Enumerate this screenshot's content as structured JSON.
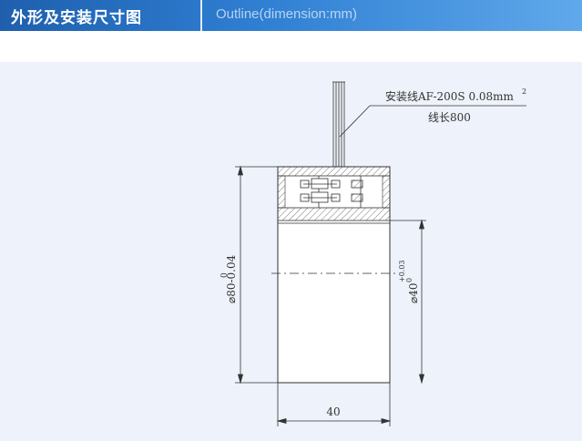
{
  "header": {
    "title_cn": "外形及安装尺寸图",
    "title_en": "Outline(dimension:mm)"
  },
  "drawing": {
    "lead_wire_label_main": "安装线AF-200S 0.08mm",
    "lead_wire_label_sup": "2",
    "lead_length_label": "线长800",
    "dim_outer_diameter": "⌀80-0.04",
    "dim_outer_upper_tol": "0",
    "dim_inner_diameter": "⌀40",
    "dim_inner_upper_tol": "+0.03",
    "dim_inner_lower_tol": "0",
    "dim_length": "40"
  },
  "colors": {
    "header_start": "#1f5fae",
    "header_end": "#5fa8ea",
    "canvas_bg": "#eef2fa",
    "line": "#333333"
  }
}
